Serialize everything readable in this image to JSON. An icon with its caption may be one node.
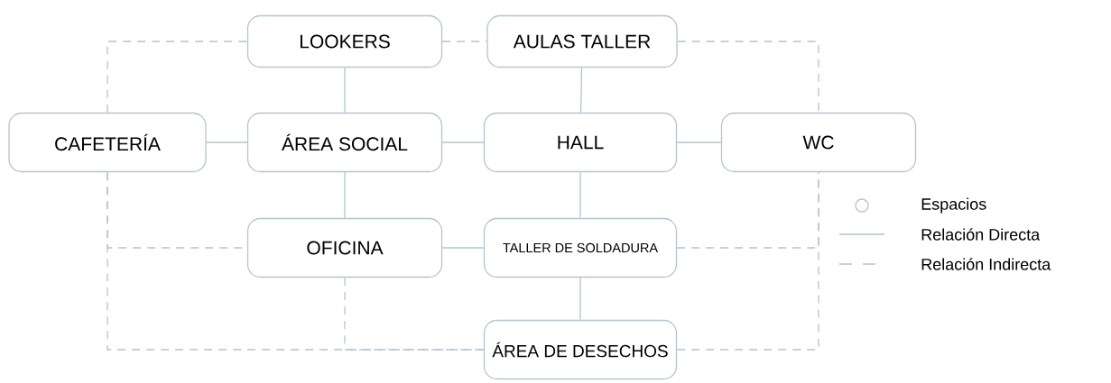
{
  "diagram": {
    "nodes": [
      {
        "text": [
          "LOOKERS"
        ]
      },
      {
        "text": [
          "AULAS TALLER"
        ]
      },
      {
        "text": [
          "CAFETERÍA"
        ]
      },
      {
        "text": [
          "ÁREA SOCIAL"
        ]
      },
      {
        "text": [
          "HALL"
        ]
      },
      {
        "text": [
          "WC"
        ]
      },
      {
        "text": [
          "OFICINA"
        ]
      },
      {
        "text": [
          "TALLER DE SOLDADURA"
        ]
      },
      {
        "text": [
          "ÁREA DE DESECHOS"
        ]
      }
    ],
    "edges": [
      {
        "from": 0,
        "to": 3,
        "arrow": "none"
      },
      {
        "from": 1,
        "to": 4,
        "arrow": "none"
      },
      {
        "from": 2,
        "to": 3,
        "arrow": "none"
      },
      {
        "from": 3,
        "to": 4,
        "arrow": "none"
      },
      {
        "from": 4,
        "to": 5,
        "arrow": "none"
      },
      {
        "from": 3,
        "to": 6,
        "arrow": "none"
      },
      {
        "from": 4,
        "to": 7,
        "arrow": "none"
      },
      {
        "from": 6,
        "to": 7,
        "arrow": "none"
      },
      {
        "from": 7,
        "to": 8,
        "arrow": "none"
      },
      {
        "from": 2,
        "to": 0,
        "arrow": "none",
        "style": "dashed"
      },
      {
        "from": 0,
        "to": 1,
        "arrow": "none",
        "style": "dashed"
      },
      {
        "from": 1,
        "to": 5,
        "arrow": "none",
        "style": "dashed"
      },
      {
        "from": 2,
        "to": 6,
        "arrow": "none",
        "style": "dashed"
      },
      {
        "from": 2,
        "to": 8,
        "arrow": "none",
        "style": "dashed"
      },
      {
        "from": 6,
        "to": 8,
        "arrow": "none",
        "style": "dashed"
      },
      {
        "from": 7,
        "to": 5,
        "arrow": "none",
        "style": "dashed"
      },
      {
        "from": 8,
        "to": 5,
        "arrow": "none",
        "style": "dashed"
      }
    ],
    "legend": [
      {
        "text": "Espacios"
      },
      {
        "text": "Relación Directa"
      },
      {
        "text": "Relación Indirecta"
      }
    ]
  }
}
